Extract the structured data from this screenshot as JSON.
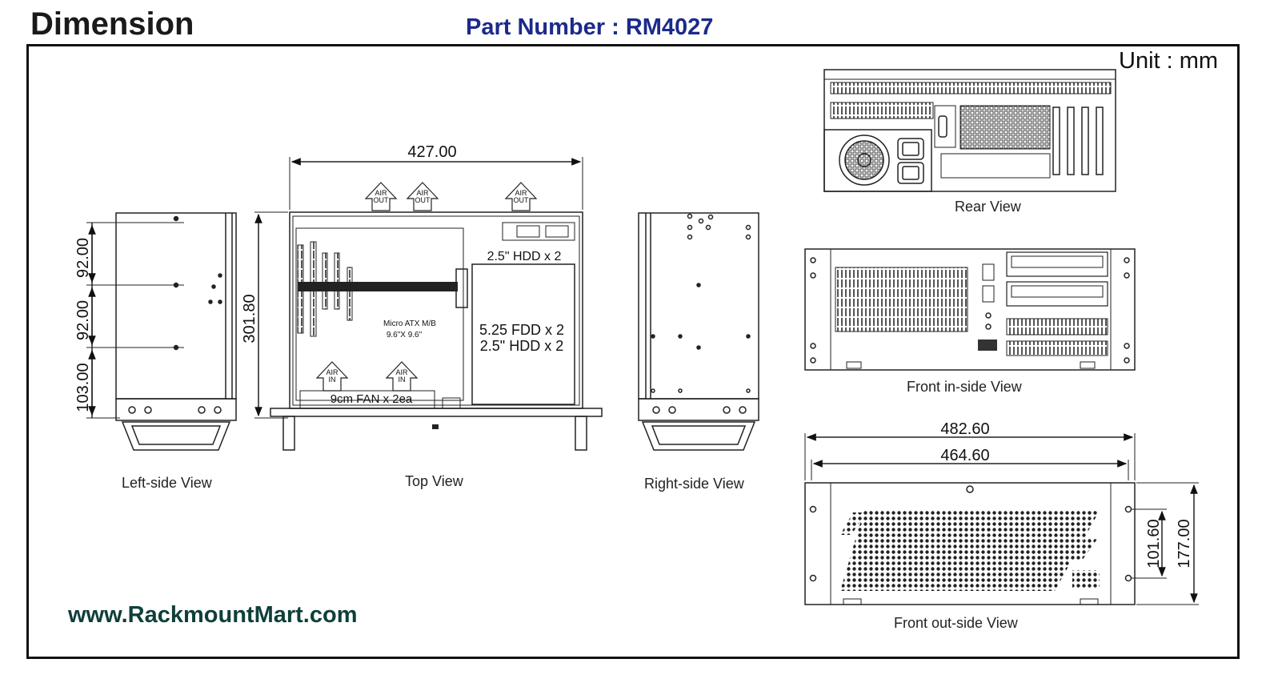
{
  "header": {
    "title": "Dimension",
    "part_number": "Part Number :  RM4027"
  },
  "unit": "Unit : mm",
  "website": "www.RackmountMart.com",
  "views": {
    "left": "Left-side View",
    "top": "Top View",
    "right": "Right-side View",
    "rear": "Rear View",
    "front_inside": "Front in-side View",
    "front_outside": "Front out-side View"
  },
  "dimensions": {
    "top_width": "427.00",
    "depth": "301.80",
    "left_seg1": "92.00",
    "left_seg2": "92.00",
    "left_seg3": "103.00",
    "overall_width": "482.60",
    "body_width": "464.60",
    "mount_spacing": "101.60",
    "height": "177.00"
  },
  "annotations": {
    "air_out": [
      "AIR",
      "OUT"
    ],
    "air_in": [
      "AIR",
      "IN"
    ],
    "hdd_top": "2.5\" HDD x 2",
    "fdd": "5.25 FDD x 2",
    "hdd_bay": "2.5\" HDD x 2",
    "mb_line1": "Micro ATX M/B",
    "mb_line2": "9.6\"X 9.6\"",
    "fan": "9cm FAN x 2ea"
  }
}
